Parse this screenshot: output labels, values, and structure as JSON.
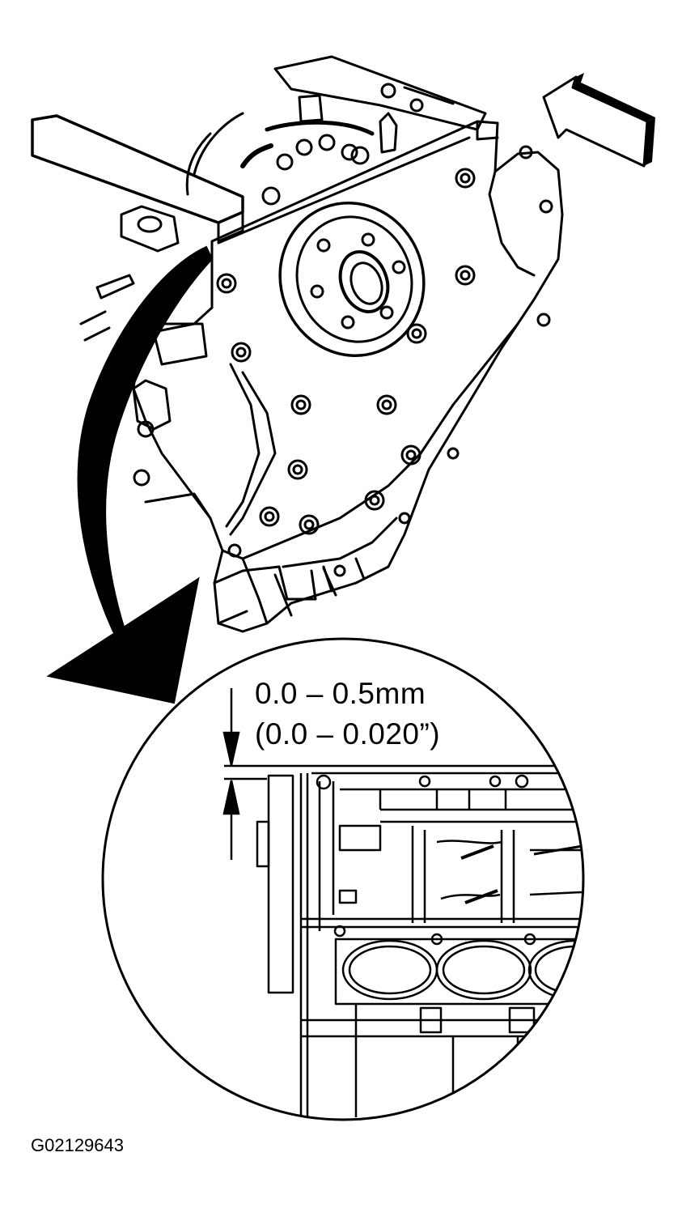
{
  "clearance_spec": {
    "metric": "0.0 – 0.5mm",
    "imperial": "(0.0 – 0.020”)"
  },
  "figure_id": "G02129643",
  "icons": {
    "view_arrow": "view-direction-arrow-icon",
    "detail_arrow": "detail-callout-arrow-icon",
    "dimension_arrows": "dimension-arrow-icon"
  },
  "colors": {
    "ink": "#000000",
    "paper": "#ffffff"
  }
}
